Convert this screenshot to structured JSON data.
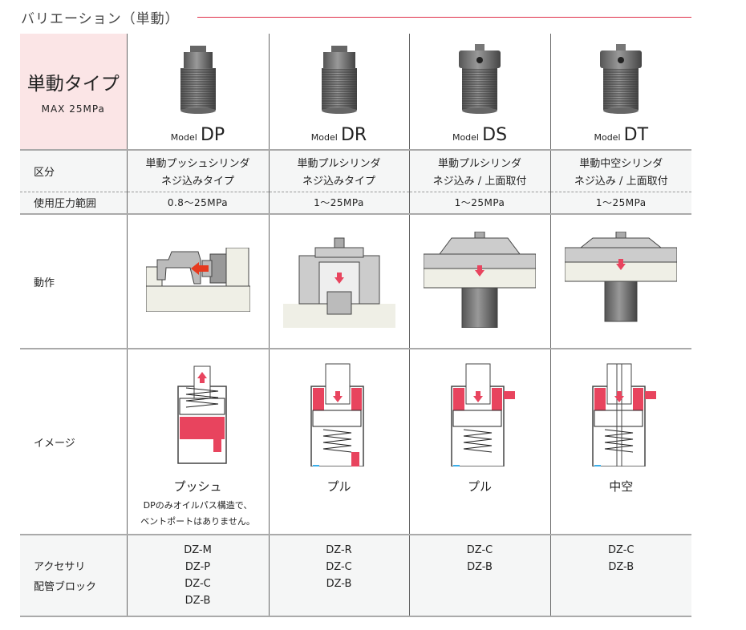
{
  "title": "バリエーション（単動）",
  "type_label": "単動タイプ",
  "max_pressure": "MAX 25MPa",
  "model_prefix": "Model",
  "row_labels": {
    "category": "区分",
    "pressure": "使用圧力範囲",
    "action": "動作",
    "image": "イメージ",
    "accessory_1": "アクセサリ",
    "accessory_2": "配管ブロック"
  },
  "models": [
    {
      "name": "DP",
      "cat1": "単動プッシュシリンダ",
      "cat2": "ネジ込みタイプ",
      "pressure": "0.8～25MPa",
      "caption": "プッシュ",
      "note1": "DPのみオイルパス構造で、",
      "note2": "ベントポートはありません。",
      "acc": [
        "DZ-M",
        "DZ-P",
        "DZ-C",
        "DZ-B"
      ]
    },
    {
      "name": "DR",
      "cat1": "単動プルシリンダ",
      "cat2": "ネジ込みタイプ",
      "pressure": "1～25MPa",
      "caption": "プル",
      "acc": [
        "DZ-R",
        "DZ-C",
        "DZ-B"
      ]
    },
    {
      "name": "DS",
      "cat1": "単動プルシリンダ",
      "cat2": "ネジ込み / 上面取付",
      "pressure": "1～25MPa",
      "caption": "プル",
      "acc": [
        "DZ-C",
        "DZ-B"
      ]
    },
    {
      "name": "DT",
      "cat1": "単動中空シリンダ",
      "cat2": "ネジ込み / 上面取付",
      "pressure": "1～25MPa",
      "caption": "中空",
      "acc": [
        "DZ-C",
        "DZ-B"
      ]
    }
  ],
  "colors": {
    "accent": "#e0304a",
    "oil": "#e8445e",
    "pink_bg": "#fbe5e6"
  }
}
